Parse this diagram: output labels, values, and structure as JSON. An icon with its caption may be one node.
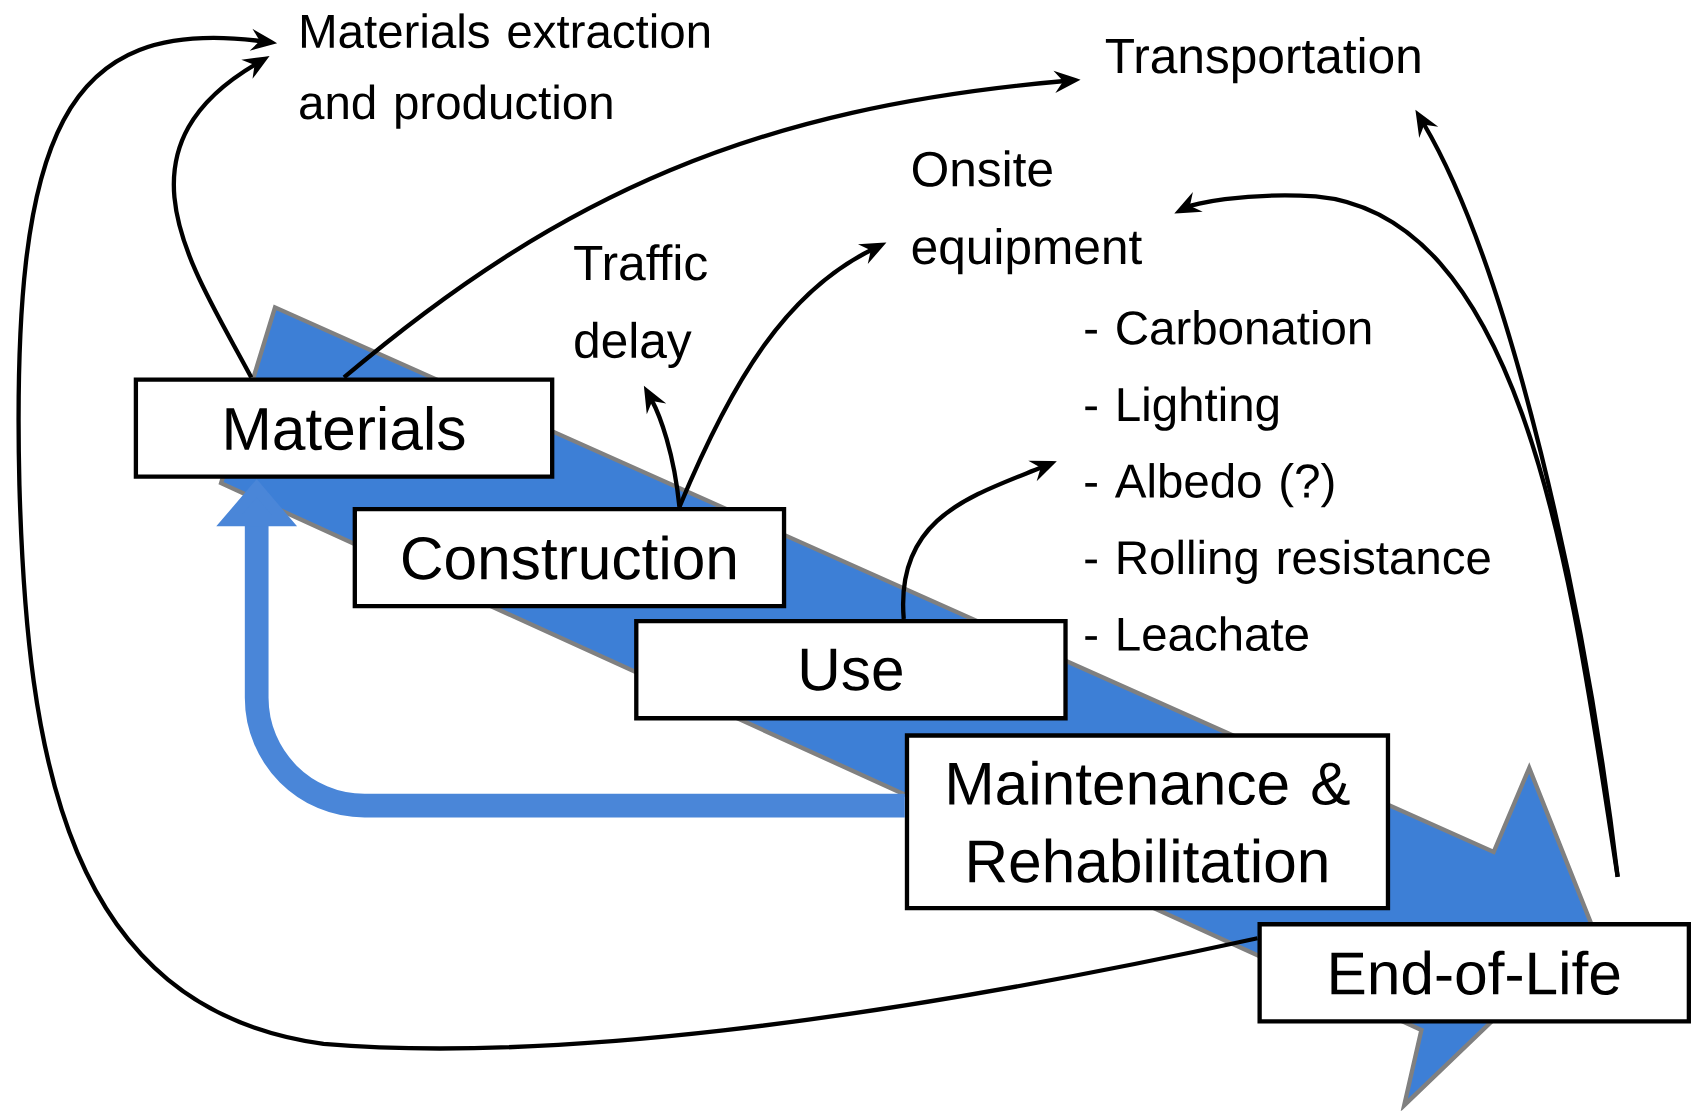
{
  "diagram": {
    "nodes": [
      {
        "text": [
          "Materials"
        ]
      },
      {
        "text": [
          "Construction"
        ]
      },
      {
        "text": [
          "Use"
        ]
      },
      {
        "text": [
          "Maintenance & Rehabilitation"
        ]
      },
      {
        "text": [
          "End-of-Life"
        ]
      },
      {
        "text": [
          "Materials extraction and production"
        ]
      },
      {
        "text": [
          "Transportation"
        ]
      },
      {
        "text": [
          "Traffic delay"
        ]
      },
      {
        "text": [
          "Onsite equipment"
        ]
      },
      {
        "text": [
          "- Carbonation",
          "- Lighting",
          "- Albedo (?)",
          "- Rolling resistance",
          "- Leachate"
        ]
      }
    ],
    "edges": [
      {
        "from": 0,
        "to": 5,
        "arrow": "to"
      },
      {
        "from": 4,
        "to": 5,
        "arrow": "to"
      },
      {
        "from": 0,
        "to": 6,
        "arrow": "to"
      },
      {
        "from": 1,
        "to": 7,
        "arrow": "to"
      },
      {
        "from": 1,
        "to": 8,
        "arrow": "to"
      },
      {
        "from": 2,
        "to": 9,
        "arrow": "to"
      },
      {
        "from": 4,
        "to": 6,
        "arrow": "to"
      },
      {
        "from": 4,
        "to": 8,
        "arrow": "to"
      },
      {
        "from": 3,
        "to": 0,
        "arrow": "to",
        "style": "thick",
        "color": "#4a86d8"
      }
    ]
  }
}
